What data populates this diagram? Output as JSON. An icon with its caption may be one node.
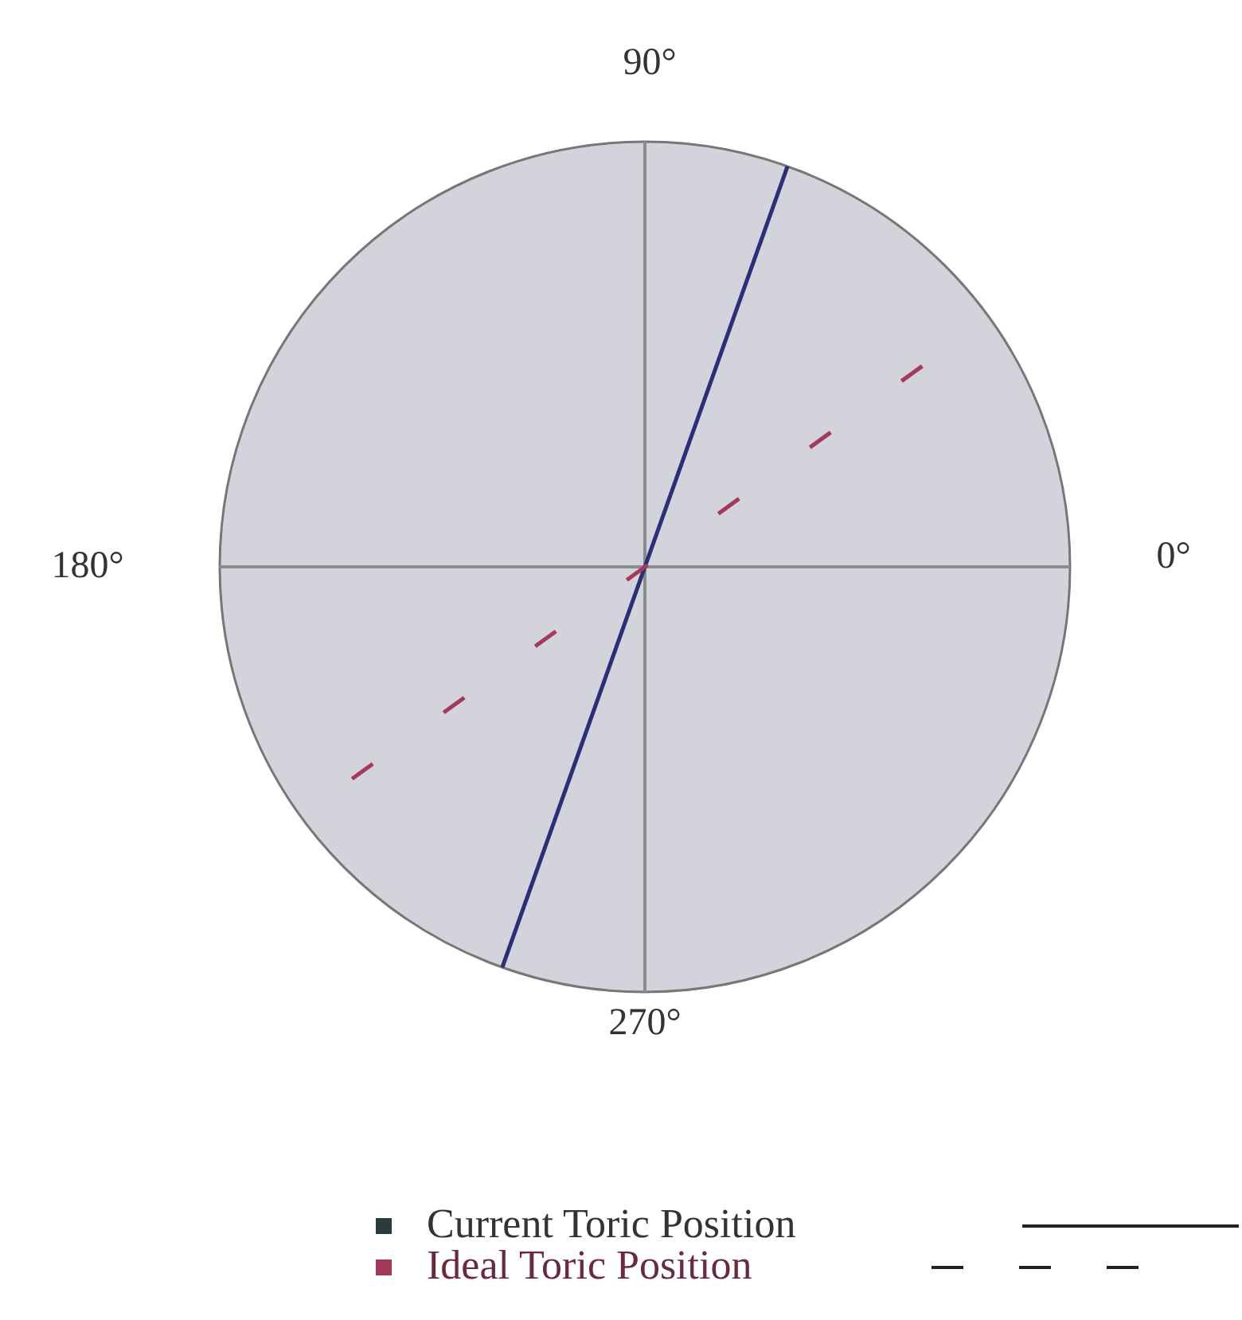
{
  "diagram": {
    "labels": [
      "90°",
      "180°",
      "0°",
      "270°"
    ],
    "legend": [
      {
        "text": "Current Toric Position",
        "color": "#2a3b3b"
      },
      {
        "text": "Ideal Toric Position",
        "color": "#a33a5a"
      }
    ]
  }
}
